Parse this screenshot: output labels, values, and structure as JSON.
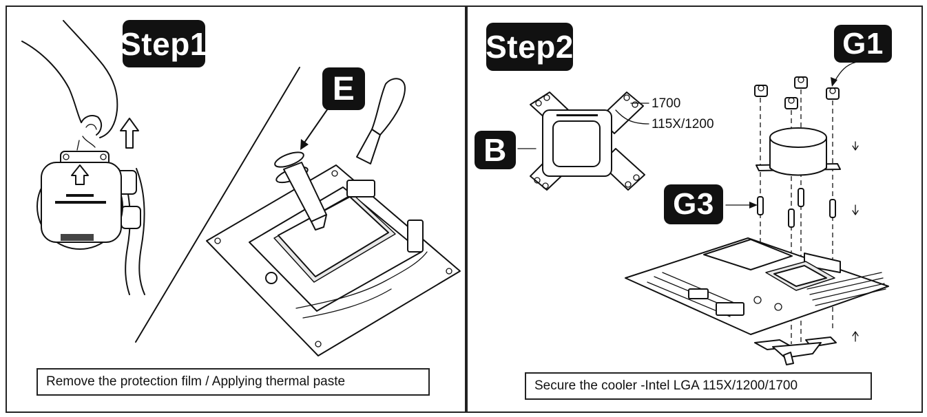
{
  "step1": {
    "badge": "Step1",
    "part_e_label": "E",
    "caption": "Remove the protection film / Applying thermal paste"
  },
  "step2": {
    "badge": "Step2",
    "part_b_label": "B",
    "part_g1_label": "G1",
    "part_g3_label": "G3",
    "bracket_label_1700": "1700",
    "bracket_label_115x": "115X/1200",
    "caption": "Secure the cooler -Intel LGA 115X/1200/1700"
  }
}
